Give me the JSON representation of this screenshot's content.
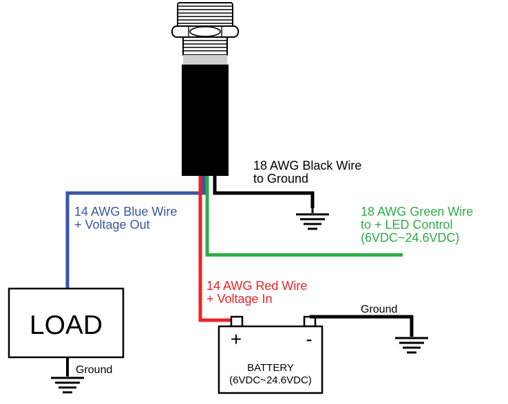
{
  "colors": {
    "black": "#000000",
    "blue": "#3a56a5",
    "red": "#ee2224",
    "green": "#2eab48",
    "white": "#ffffff"
  },
  "wires": {
    "black": {
      "line1": "18 AWG Black Wire",
      "line2": "to Ground"
    },
    "green": {
      "line1": "18 AWG Green Wire",
      "line2": "to + LED Control",
      "line3": "(6VDC~24.6VDC)"
    },
    "blue": {
      "line1": "14 AWG Blue Wire",
      "line2": "+  Voltage Out"
    },
    "red": {
      "line1": "14 AWG Red Wire",
      "line2": "+ Voltage In"
    }
  },
  "load": {
    "label": "LOAD",
    "ground_label": "Ground"
  },
  "battery": {
    "plus": "+",
    "minus": "-",
    "label": "BATTERY",
    "range": "(6VDC~24.6VDC)",
    "ground_label": "Ground"
  }
}
